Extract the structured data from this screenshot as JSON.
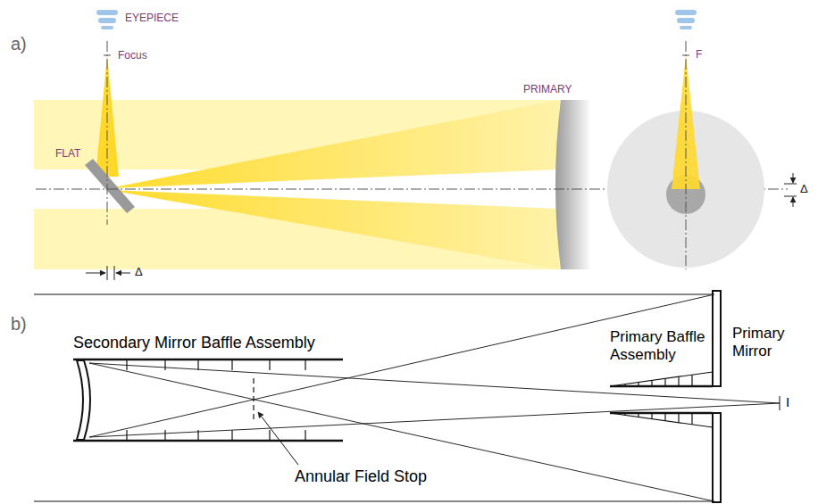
{
  "diagram": {
    "labels": [
      "a)",
      "EYEPIECE",
      "Focus",
      "PRIMARY",
      "FLAT",
      "Δ",
      "F",
      "Δ",
      "b)",
      "Secondary Mirror Baffle Assembly",
      "Primary Baffle Assembly",
      "Primary Mirror",
      "Annular Field Stop",
      "I"
    ]
  }
}
